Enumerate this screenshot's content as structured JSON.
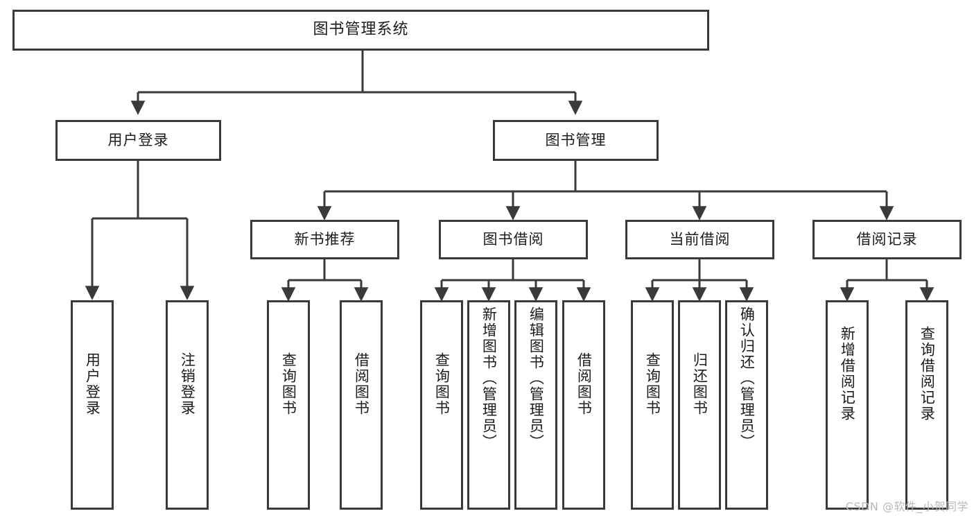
{
  "diagram": {
    "title": "图书管理系统",
    "type": "tree",
    "watermark": "CSDN @软件_小贺同学",
    "colors": {
      "background": "#ffffff",
      "border": "#3a3a3a",
      "connector": "#3a3a3a",
      "text": "#1b1b1b",
      "watermark": "#b9b9b9"
    },
    "nodes": {
      "root": "图书管理系统",
      "level2": {
        "user_login": "用户登录",
        "book_manage": "图书管理"
      },
      "level3": {
        "new_book_recommend": "新书推荐",
        "book_borrow": "图书借阅",
        "current_borrow": "当前借阅",
        "borrow_record": "借阅记录"
      },
      "leaves": {
        "user_login_children": [
          "用户登录",
          "注销登录"
        ],
        "new_book_recommend_children": [
          "查询图书",
          "借阅图书"
        ],
        "book_borrow_children": [
          "查询图书",
          "新增图书（管理员）",
          "编辑图书（管理员）",
          "借阅图书"
        ],
        "current_borrow_children": [
          "查询图书",
          "归还图书",
          "确认归还（管理员）"
        ],
        "borrow_record_children": [
          "新增借阅记录",
          "查询借阅记录"
        ]
      }
    }
  },
  "chart_data": {
    "type": "table",
    "title": "图书管理系统 功能结构图",
    "tree": {
      "label": "图书管理系统",
      "children": [
        {
          "label": "用户登录",
          "children": [
            {
              "label": "用户登录",
              "children": []
            },
            {
              "label": "注销登录",
              "children": []
            }
          ]
        },
        {
          "label": "图书管理",
          "children": [
            {
              "label": "新书推荐",
              "children": [
                {
                  "label": "查询图书",
                  "children": []
                },
                {
                  "label": "借阅图书",
                  "children": []
                }
              ]
            },
            {
              "label": "图书借阅",
              "children": [
                {
                  "label": "查询图书",
                  "children": []
                },
                {
                  "label": "新增图书（管理员）",
                  "children": []
                },
                {
                  "label": "编辑图书（管理员）",
                  "children": []
                },
                {
                  "label": "借阅图书",
                  "children": []
                }
              ]
            },
            {
              "label": "当前借阅",
              "children": [
                {
                  "label": "查询图书",
                  "children": []
                },
                {
                  "label": "归还图书",
                  "children": []
                },
                {
                  "label": "确认归还（管理员）",
                  "children": []
                }
              ]
            },
            {
              "label": "借阅记录",
              "children": [
                {
                  "label": "新增借阅记录",
                  "children": []
                },
                {
                  "label": "查询借阅记录",
                  "children": []
                }
              ]
            }
          ]
        }
      ]
    }
  }
}
